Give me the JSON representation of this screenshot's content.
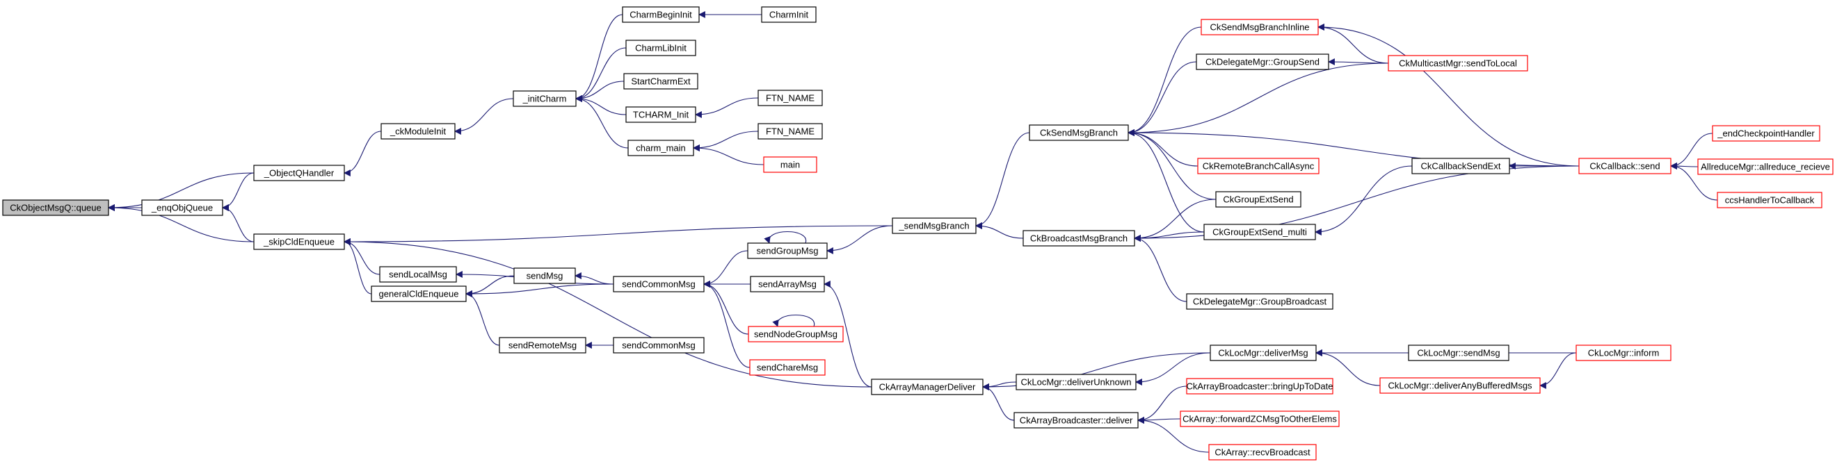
{
  "nodes": [
    {
      "id": "root",
      "label": "CkObjectMsgQ::queue",
      "root": true
    },
    {
      "id": "enq",
      "label": "_enqObjQueue"
    },
    {
      "id": "objq",
      "label": "_ObjectQHandler"
    },
    {
      "id": "skip",
      "label": "_skipCldEnqueue"
    },
    {
      "id": "ckmod",
      "label": "_ckModuleInit"
    },
    {
      "id": "initc",
      "label": "_initCharm"
    },
    {
      "id": "cbi",
      "label": "CharmBeginInit"
    },
    {
      "id": "cinit",
      "label": "CharmInit"
    },
    {
      "id": "clib",
      "label": "CharmLibInit"
    },
    {
      "id": "sce",
      "label": "StartCharmExt"
    },
    {
      "id": "tch",
      "label": "TCHARM_Init"
    },
    {
      "id": "ftn1",
      "label": "FTN_NAME"
    },
    {
      "id": "cmain",
      "label": "charm_main"
    },
    {
      "id": "ftn2",
      "label": "FTN_NAME"
    },
    {
      "id": "main",
      "label": "main",
      "truncated": true
    },
    {
      "id": "slm",
      "label": "sendLocalMsg"
    },
    {
      "id": "gce",
      "label": "generalCldEnqueue"
    },
    {
      "id": "smsg",
      "label": "sendMsg"
    },
    {
      "id": "srm",
      "label": "sendRemoteMsg"
    },
    {
      "id": "scm",
      "label": "sendCommonMsg"
    },
    {
      "id": "scm2",
      "label": "sendCommonMsg"
    },
    {
      "id": "sgm",
      "label": "sendGroupMsg"
    },
    {
      "id": "sam",
      "label": "sendArrayMsg"
    },
    {
      "id": "sngm",
      "label": "sendNodeGroupMsg",
      "truncated": true
    },
    {
      "id": "schm",
      "label": "sendChareMsg",
      "truncated": true
    },
    {
      "id": "smb",
      "label": "_sendMsgBranch"
    },
    {
      "id": "amd",
      "label": "CkArrayManagerDeliver"
    },
    {
      "id": "cksmb",
      "label": "CkSendMsgBranch"
    },
    {
      "id": "cbmb",
      "label": "CkBroadcastMsgBranch"
    },
    {
      "id": "smbi",
      "label": "CkSendMsgBranchInline",
      "truncated": true
    },
    {
      "id": "dmgs",
      "label": "CkDelegateMgr::GroupSend"
    },
    {
      "id": "mmstl",
      "label": "CkMulticastMgr::sendToLocal",
      "truncated": true
    },
    {
      "id": "rbca",
      "label": "CkRemoteBranchCallAsync",
      "truncated": true
    },
    {
      "id": "ges",
      "label": "CkGroupExtSend"
    },
    {
      "id": "gesm",
      "label": "CkGroupExtSend_multi"
    },
    {
      "id": "dmgb",
      "label": "CkDelegateMgr::GroupBroadcast"
    },
    {
      "id": "cbse",
      "label": "CkCallbackSendExt"
    },
    {
      "id": "cbs",
      "label": "CkCallback::send",
      "truncated": true
    },
    {
      "id": "ech",
      "label": "_endCheckpointHandler",
      "truncated": true
    },
    {
      "id": "arr",
      "label": "AllreduceMgr::allreduce_recieve",
      "truncated": true
    },
    {
      "id": "ccs",
      "label": "ccsHandlerToCallback",
      "truncated": true
    },
    {
      "id": "ldu",
      "label": "CkLocMgr::deliverUnknown"
    },
    {
      "id": "ldm",
      "label": "CkLocMgr::deliverMsg"
    },
    {
      "id": "lsm",
      "label": "CkLocMgr::sendMsg"
    },
    {
      "id": "linf",
      "label": "CkLocMgr::inform",
      "truncated": true
    },
    {
      "id": "labm",
      "label": "CkLocMgr::deliverAnyBufferedMsgs",
      "truncated": true
    },
    {
      "id": "abd",
      "label": "CkArrayBroadcaster::deliver"
    },
    {
      "id": "abu",
      "label": "CkArrayBroadcaster::bringUpToDate",
      "truncated": true
    },
    {
      "id": "afz",
      "label": "CkArray::forwardZCMsgToOtherElems",
      "truncated": true
    },
    {
      "id": "arb",
      "label": "CkArray::recvBroadcast",
      "truncated": true
    }
  ],
  "edges": [
    {
      "from": "enq",
      "to": "root"
    },
    {
      "from": "objq",
      "to": "root"
    },
    {
      "from": "skip",
      "to": "root"
    },
    {
      "from": "objq",
      "to": "enq"
    },
    {
      "from": "skip",
      "to": "enq"
    },
    {
      "from": "ckmod",
      "to": "objq"
    },
    {
      "from": "initc",
      "to": "ckmod"
    },
    {
      "from": "cbi",
      "to": "initc"
    },
    {
      "from": "clib",
      "to": "initc"
    },
    {
      "from": "sce",
      "to": "initc"
    },
    {
      "from": "tch",
      "to": "initc"
    },
    {
      "from": "cmain",
      "to": "initc"
    },
    {
      "from": "cinit",
      "to": "cbi"
    },
    {
      "from": "ftn1",
      "to": "tch"
    },
    {
      "from": "ftn2",
      "to": "cmain"
    },
    {
      "from": "main",
      "to": "cmain"
    },
    {
      "from": "slm",
      "to": "skip"
    },
    {
      "from": "gce",
      "to": "skip"
    },
    {
      "from": "smb",
      "to": "skip"
    },
    {
      "from": "amd",
      "to": "skip"
    },
    {
      "from": "scm",
      "to": "slm"
    },
    {
      "from": "smsg",
      "to": "gce"
    },
    {
      "from": "scm",
      "to": "gce"
    },
    {
      "from": "srm",
      "to": "gce"
    },
    {
      "from": "scm",
      "to": "smsg"
    },
    {
      "from": "scm2",
      "to": "srm"
    },
    {
      "from": "sgm",
      "to": "scm"
    },
    {
      "from": "sam",
      "to": "scm"
    },
    {
      "from": "sngm",
      "to": "scm"
    },
    {
      "from": "schm",
      "to": "scm"
    },
    {
      "from": "sgm",
      "to": "sgm",
      "loop": true
    },
    {
      "from": "sngm",
      "to": "sngm",
      "loop": true
    },
    {
      "from": "smb",
      "to": "sgm"
    },
    {
      "from": "amd",
      "to": "sam"
    },
    {
      "from": "cksmb",
      "to": "smb"
    },
    {
      "from": "cbmb",
      "to": "smb"
    },
    {
      "from": "smbi",
      "to": "cksmb"
    },
    {
      "from": "dmgs",
      "to": "cksmb"
    },
    {
      "from": "mmstl",
      "to": "cksmb"
    },
    {
      "from": "rbca",
      "to": "cksmb"
    },
    {
      "from": "ges",
      "to": "cksmb"
    },
    {
      "from": "gesm",
      "to": "cksmb"
    },
    {
      "from": "cbs",
      "to": "cksmb"
    },
    {
      "from": "ges",
      "to": "cbmb"
    },
    {
      "from": "gesm",
      "to": "cbmb"
    },
    {
      "from": "dmgb",
      "to": "cbmb"
    },
    {
      "from": "cbs",
      "to": "cbmb"
    },
    {
      "from": "mmstl",
      "to": "smbi"
    },
    {
      "from": "cbs",
      "to": "smbi"
    },
    {
      "from": "mmstl",
      "to": "dmgs"
    },
    {
      "from": "cbse",
      "to": "gesm"
    },
    {
      "from": "cbs",
      "to": "cbse"
    },
    {
      "from": "ech",
      "to": "cbs"
    },
    {
      "from": "arr",
      "to": "cbs"
    },
    {
      "from": "ccs",
      "to": "cbs"
    },
    {
      "from": "ldu",
      "to": "amd"
    },
    {
      "from": "ldm",
      "to": "amd"
    },
    {
      "from": "abd",
      "to": "amd"
    },
    {
      "from": "ldm",
      "to": "ldu"
    },
    {
      "from": "lsm",
      "to": "ldm"
    },
    {
      "from": "linf",
      "to": "ldm"
    },
    {
      "from": "labm",
      "to": "ldm"
    },
    {
      "from": "linf",
      "to": "labm"
    },
    {
      "from": "abu",
      "to": "abd"
    },
    {
      "from": "afz",
      "to": "abd"
    },
    {
      "from": "arb",
      "to": "abd"
    }
  ],
  "colors": {
    "edge": "#191970",
    "node_border": "#000000",
    "truncated_border": "#ff0000",
    "root_fill": "#bfbfbf"
  }
}
